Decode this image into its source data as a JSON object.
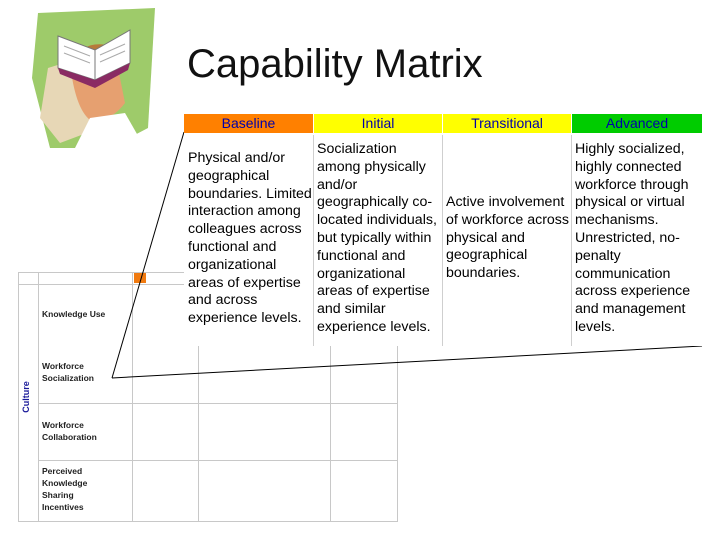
{
  "title": "Capability Matrix",
  "logo": {
    "icon": "reading-person-book-icon"
  },
  "colors": {
    "baseline": "#ff8000",
    "initial": "#ffff00",
    "transitional": "#ffff00",
    "advanced": "#00cc00",
    "header_text": "#0000aa",
    "accent_orange": "#f07a10"
  },
  "matrix": {
    "columns": [
      "Baseline",
      "Initial",
      "Transitional",
      "Advanced"
    ],
    "cells": [
      "Physical and/or geographical boundaries. Limited interaction among colleagues across functional and organizational areas of expertise and across experience levels.",
      "Socialization among physically and/or geographically co-located individuals, but typically within functional and organizational areas of expertise and similar experience levels.",
      "Active involvement of workforce across physical and geographical boundaries.",
      "Highly socialized, highly connected workforce through physical or virtual mechanisms. Unrestricted, no-penalty communication across experience and management levels."
    ]
  },
  "background_matrix": {
    "group_label": "Culture",
    "rows": [
      "Knowledge Use",
      "Workforce Socialization",
      "Workforce Collaboration",
      "Perceived Knowledge Sharing Incentives"
    ]
  }
}
